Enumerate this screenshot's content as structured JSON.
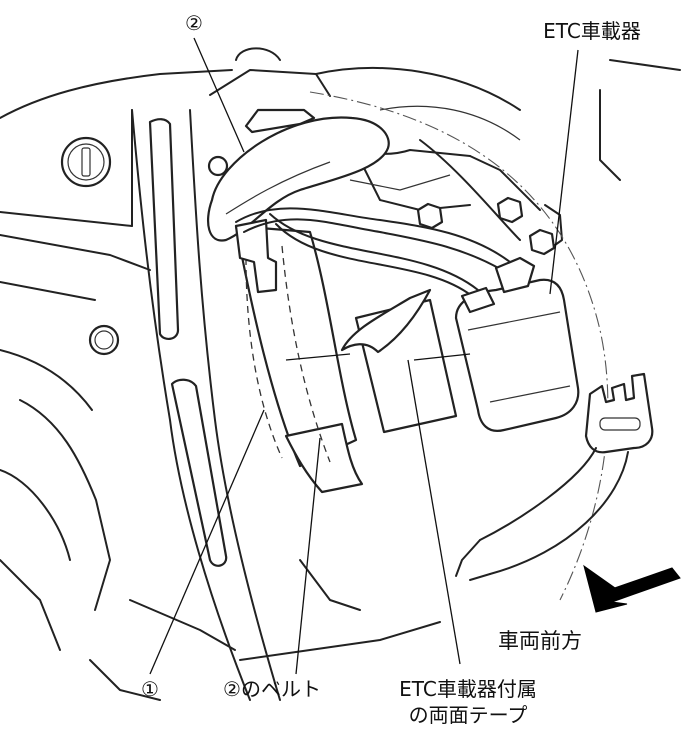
{
  "labels": {
    "callout_top": "②",
    "etc_unit": "ETC車載器",
    "callout_one": "①",
    "belt": "②のベルト",
    "tape_line1": "ETC車載器付属",
    "tape_line2": "の両面テープ",
    "vehicle_front": "車両前方"
  }
}
